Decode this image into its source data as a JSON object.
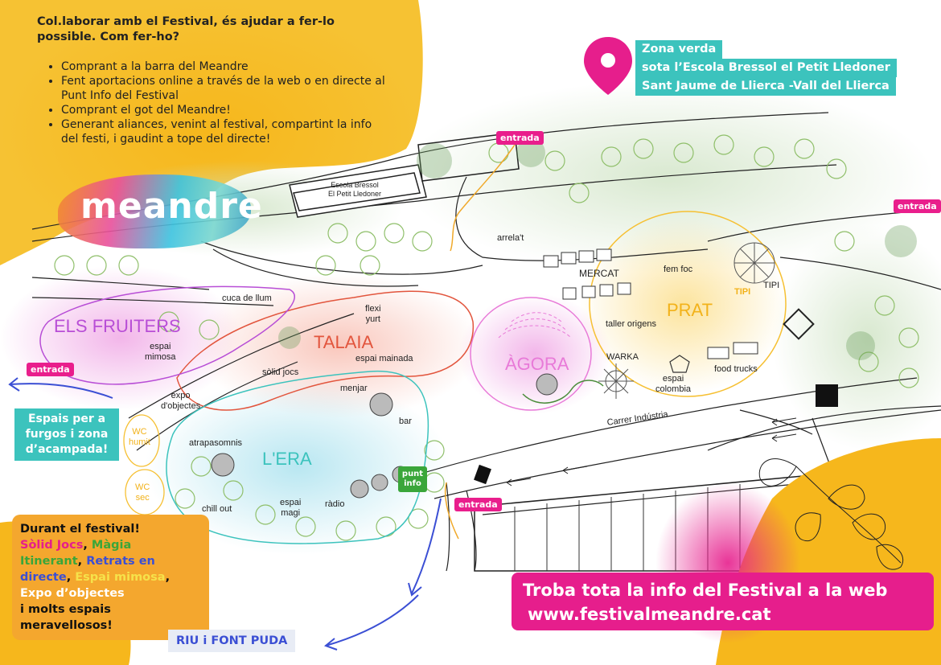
{
  "intro": {
    "title": "Col.laborar amb el Festival, és ajudar a fer-lo possible. Com fer-ho?",
    "items": [
      "Comprant a la barra del Meandre",
      "Fent aportacions online a través de la web o en directe al Punt Info del Festival",
      "Comprant el got del Meandre!",
      "Generant aliances, venint al festival, compartint la info del festi, i gaudint a tope del directe!"
    ]
  },
  "logo": "meandre",
  "location": {
    "line1": "Zona verda",
    "line2": "sota l’Escola Bressol el Petit Lledoner",
    "line3": "Sant Jaume de Llierca -Vall del Llierca"
  },
  "tags": {
    "entrada": "entrada"
  },
  "labels": {
    "escola": "Escola Bressol",
    "escola2": "El Petit Lledoner",
    "arrelat": "arrela't",
    "mercat": "MERCAT",
    "fem_foc": "fem foc",
    "tipi": "TIPI",
    "tipi_small": "TIPI",
    "taller": "taller origens",
    "warka": "WARKA",
    "espai_colombia_1": "espai",
    "espai_colombia_2": "colombia",
    "food_trucks": "food trucks",
    "cuca": "cuca de llum",
    "flexi_1": "flexi",
    "flexi_2": "yurt",
    "espai_mimosa_1": "espai",
    "espai_mimosa_2": "mimosa",
    "espai_mainada": "espai mainada",
    "solid_jocs": "sòlid jocs",
    "expo_1": "expo",
    "expo_2": "d'objectes",
    "menjar": "menjar",
    "bar": "bar",
    "atrapasomnis": "atrapasomnis",
    "chill": "chill out",
    "espai_magi_1": "espai",
    "espai_magi_2": "magi",
    "radio": "ràdio",
    "punt_1": "punt",
    "punt_2": "info",
    "wc_humit_1": "WC",
    "wc_humit_2": "humit",
    "wc_sec_1": "WC",
    "wc_sec_2": "sec",
    "carrer": "Carrer Indústria"
  },
  "zones": {
    "prat": "PRAT",
    "agora": "ÀGORA",
    "talaia": "TALAIA",
    "fruiters": "ELS FRUITERS",
    "era": "L'ERA"
  },
  "furgos": {
    "line1": "Espais per a",
    "line2": "furgos i zona",
    "line3": "d’acampada!"
  },
  "during": {
    "line1": "Durant el festival!",
    "solid": "Sòlid Jocs",
    "comma1": ", ",
    "magia": "Màgia",
    "itinerant": "Itinerant",
    "comma2": ", ",
    "retrats": "Retrats en",
    "directe": "directe",
    "comma3": ", ",
    "mimosa": "Espai mimosa",
    "comma4": ",",
    "expo": "Expo d’objectes",
    "molts": "i molts espais",
    "meravellosos": "meravellosos!"
  },
  "riu": "RIU i FONT PUDA",
  "web": {
    "line1": "Troba tota la info del Festival a la web",
    "line2": "www.festivalmeandre.cat"
  },
  "colors": {
    "yellow": "#f6b71c",
    "teal": "#3cc3bd",
    "magenta": "#e61e8c",
    "orange": "#f4a72e"
  }
}
